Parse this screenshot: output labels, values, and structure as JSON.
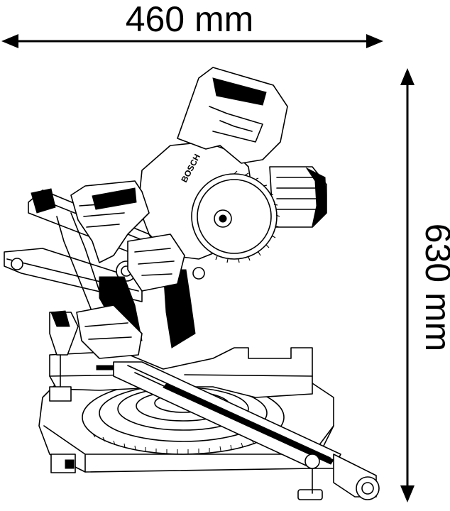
{
  "dimensions": {
    "width": {
      "label": "460 mm",
      "value": 460,
      "unit": "mm"
    },
    "height": {
      "label": "630 mm",
      "value": 630,
      "unit": "mm"
    }
  },
  "brand_text": "BOSCH",
  "colors": {
    "line": "#000000",
    "background": "#ffffff"
  }
}
